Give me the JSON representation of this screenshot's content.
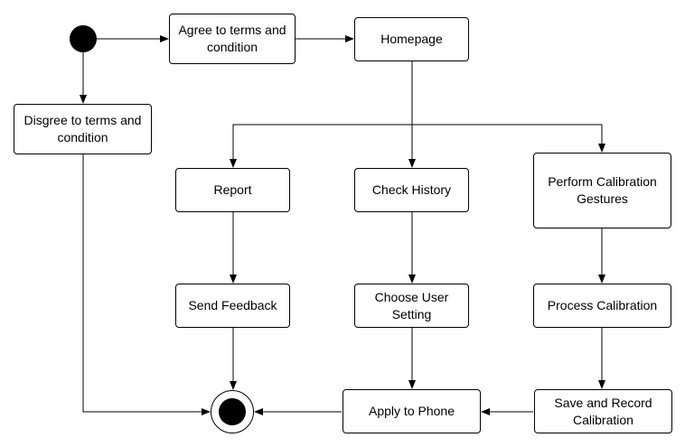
{
  "diagram": {
    "nodes": {
      "agree": "Agree to terms and condition",
      "disagree": "Disgree to terms and condition",
      "homepage": "Homepage",
      "report": "Report",
      "check_history": "Check History",
      "perform_calibration": "Perform Calibration Gestures",
      "send_feedback": "Send Feedback",
      "choose_user_setting": "Choose User Setting",
      "process_calibration": "Process Calibration",
      "apply_to_phone": "Apply to Phone",
      "save_record_calibration": "Save and Record Calibration"
    },
    "edges": [
      {
        "from": "start",
        "to": "agree"
      },
      {
        "from": "start",
        "to": "disagree"
      },
      {
        "from": "agree",
        "to": "homepage"
      },
      {
        "from": "homepage",
        "to": "check_history"
      },
      {
        "from": "homepage",
        "to": "report"
      },
      {
        "from": "homepage",
        "to": "perform_calibration"
      },
      {
        "from": "report",
        "to": "send_feedback"
      },
      {
        "from": "check_history",
        "to": "choose_user_setting"
      },
      {
        "from": "perform_calibration",
        "to": "process_calibration"
      },
      {
        "from": "process_calibration",
        "to": "save_record_calibration"
      },
      {
        "from": "save_record_calibration",
        "to": "apply_to_phone"
      },
      {
        "from": "choose_user_setting",
        "to": "apply_to_phone"
      },
      {
        "from": "apply_to_phone",
        "to": "end"
      },
      {
        "from": "send_feedback",
        "to": "end"
      },
      {
        "from": "disagree",
        "to": "end"
      }
    ]
  }
}
